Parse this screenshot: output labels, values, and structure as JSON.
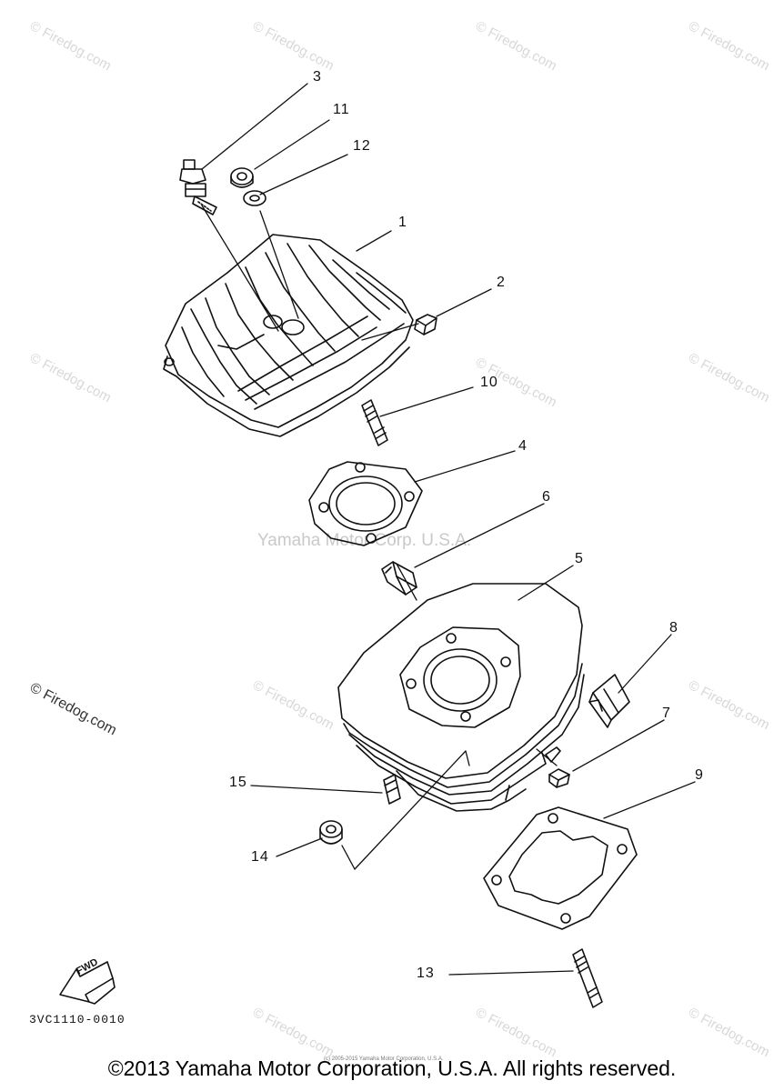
{
  "callouts": [
    "3",
    "11",
    "12",
    "1",
    "2",
    "10",
    "4",
    "6",
    "5",
    "8",
    "7",
    "9",
    "15",
    "14",
    "13"
  ],
  "watermark_repeat": "© Firedog.com",
  "watermark_side": "© Firedog.com",
  "center_watermark": "Yamaha Motor Corp. U.S.A.",
  "fwd_label": "FWD",
  "part_code": "3VC1110-0010",
  "small_note": "(c) 2005-2015 Yamaha Motor Corporation, U.S.A.",
  "footer": "©2013 Yamaha Motor Corporation, U.S.A. All rights reserved."
}
